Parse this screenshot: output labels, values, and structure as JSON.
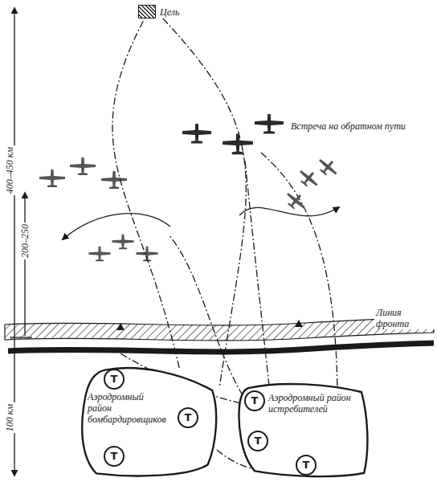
{
  "diagram": {
    "nodes": [
      {
        "text": [
          "Цель"
        ]
      },
      {
        "text": [
          "Аэродромный район бомбардировщиков"
        ]
      },
      {
        "text": [
          "Т"
        ],
        "in": 1
      },
      {
        "text": [
          "Т"
        ],
        "in": 1
      },
      {
        "text": [
          "Т"
        ],
        "in": 1
      },
      {
        "text": [
          "Аэродромный район истребителей"
        ]
      },
      {
        "text": [
          "Т"
        ],
        "in": 5
      },
      {
        "text": [
          "Т"
        ],
        "in": 5
      },
      {
        "text": [
          "Т"
        ],
        "in": 5
      }
    ],
    "edges": [
      {
        "from": 1,
        "to": 0,
        "arrow": "none"
      },
      {
        "from": 0,
        "to": 1,
        "arrow": "none"
      }
    ],
    "labels": [
      "Встреча на обратном пути",
      "400–450 км",
      "200–250",
      "100 км",
      "Линия фронта"
    ]
  }
}
